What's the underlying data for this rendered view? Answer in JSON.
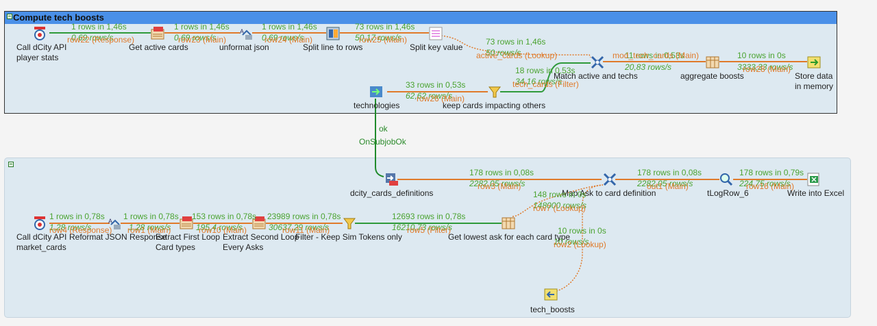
{
  "subjob1": {
    "title": "Compute tech boosts"
  },
  "components": {
    "c1": "Call dCity API\nplayer stats",
    "c2": "Get active cards",
    "c3": "unformat json",
    "c4": "Split line to rows",
    "c5": "Split key value",
    "c6": "technologies",
    "c7": "keep cards impacting others",
    "c8": "Match active and techs",
    "c9": "aggregate boosts",
    "c10": "Store data\nin memory",
    "d1": "dcity_cards_definitions",
    "d2": "Map Ask to card definition",
    "d3": "tLogRow_6",
    "d4": "Write into Excel",
    "e1": "Call dCity API\nmarket_cards",
    "e2": "Reformat JSON Response",
    "e3": "Extract First Loop\nCard types",
    "e4": "Extract Second Loop\nEvery Asks",
    "e5": "Filter - Keep Sim Tokens only",
    "e6": "Get lowest ask for each card type",
    "e7": "tech_boosts"
  },
  "links": {
    "l1": {
      "rows": "1 rows in 1,46s",
      "rate": "0,69 rows/s",
      "conn": "row22 (Response)"
    },
    "l2": {
      "rows": "1 rows in 1,46s",
      "rate": "0,69 rows/s",
      "conn": "row23 (Main)"
    },
    "l3": {
      "rows": "1 rows in 1,46s",
      "rate": "0,69 rows/s",
      "conn": "row24 (Main)"
    },
    "l4": {
      "rows": "73 rows in 1,46s",
      "rate": "50,17 rows/s",
      "conn": "row25 (Main)"
    },
    "l5": {
      "rows": "73 rows in 1,46s",
      "rate": "50 rows/s",
      "conn": "active_cards (Lookup)"
    },
    "l6": {
      "rows": "33 rows in 0,53s",
      "rate": "62,62 rows/s",
      "conn": "row26 (Main)"
    },
    "l7": {
      "rows": "18 rows in 0,53s",
      "rate": "34,16 rows/s",
      "conn": "tech_cards (Filter)"
    },
    "l8": {
      "rows": "11 rows in 0,53s",
      "rate": "20,83 rows/s",
      "conn": "mod_tech_cards (Main)"
    },
    "l9": {
      "rows": "10 rows in 0s",
      "rate": "3333,33 rows/s",
      "conn": "row28 (Main)"
    },
    "m1": {
      "rows": "178 rows in 0,08s",
      "rate": "2282,05 rows/s",
      "conn": "row3 (Main)"
    },
    "m2": {
      "rows": "178 rows in 0,08s",
      "rate": "2282,05 rows/s",
      "conn": "out1 (Main)"
    },
    "m3": {
      "rows": "178 rows in 0,79s",
      "rate": "224,75 rows/s",
      "conn": "row16 (Main)"
    },
    "m4": {
      "rows": "148 rows in 0s",
      "rate": "148000 rows/s",
      "conn": "row7 (Lookup)"
    },
    "m5": {
      "rows": "10 rows in 0s",
      "rate": "10 rows/s",
      "conn": "row2 (Lookup)"
    },
    "n1": {
      "rows": "1 rows in 0,78s",
      "rate": "1,28 rows/s",
      "conn": "row4 (Response)"
    },
    "n2": {
      "rows": "1 rows in 0,78s",
      "rate": "1,28 rows/s",
      "conn": "row1 (Main)"
    },
    "n3": {
      "rows": "153 rows in 0,78s",
      "rate": "195,4 rows/s",
      "conn": "row10 (Main)"
    },
    "n4": {
      "rows": "23989 rows in 0,78s",
      "rate": "30637,29 rows/s",
      "conn": "row11 (Main)"
    },
    "n5": {
      "rows": "12693 rows in 0,78s",
      "rate": "16210,73 rows/s",
      "conn": "row5 (Filter)"
    }
  },
  "trigger": {
    "status": "ok",
    "type": "OnSubjobOk"
  },
  "colors": {
    "main": "#e07a2a",
    "trigger": "#1f8a2a",
    "stats": "#4aa330",
    "subjob_header": "#4a90e8"
  }
}
